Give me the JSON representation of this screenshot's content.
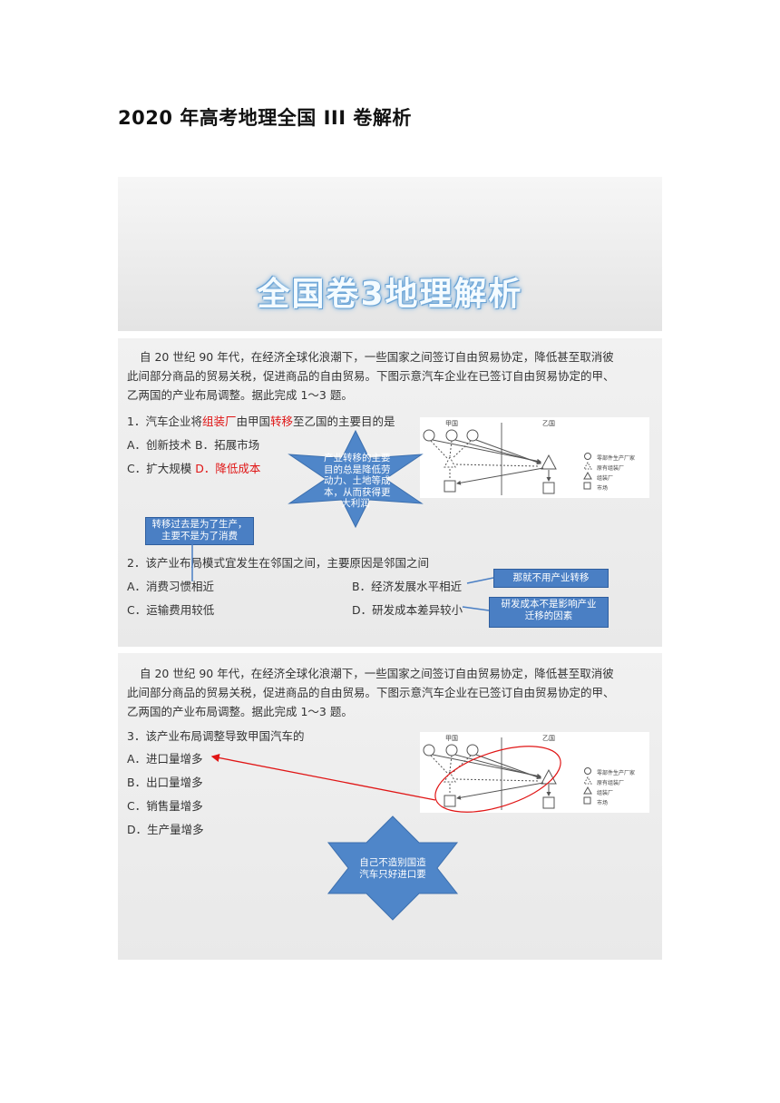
{
  "document": {
    "title": "2020 年高考地理全国  III 卷解析"
  },
  "slide1": {
    "heading": "全国卷3地理解析"
  },
  "slide2": {
    "intro_lines": [
      "自 20 世纪 90 年代，在经济全球化浪潮下，一些国家之间签订自由贸易协定，降低甚至取消彼",
      "此间部分商品的贸易关税，促进商品的自由贸易。下图示意汽车企业在已签订自由贸易协定的甲、",
      "乙两国的产业布局调整。据此完成 1～3 题。"
    ],
    "q1": {
      "prefix": "1．汽车企业将",
      "hl1": "组装厂",
      "mid": "由甲国",
      "hl2": "转移",
      "suffix": "至乙国的主要目的是",
      "optA": "A．创新技术  B．拓展市场",
      "optC_plain": "C．扩大规模 ",
      "optD_red": "D．降低成本"
    },
    "star_note": "产业转移的主要\n目的总是降低劳\n动力、土地等成\n本，从而获得更\n大利润",
    "note_consume": "转移过去是为了生产，\n主要不是为了消费",
    "q2": {
      "stem": "2．该产业布局模式宜发生在邻国之间，主要原因是邻国之间",
      "A": "A．消费习惯相近",
      "B": "B．经济发展水平相近",
      "C": "C．运输费用较低",
      "D": "D．研发成本差异较小"
    },
    "note_b": "那就不用产业转移",
    "note_d": "研发成本不是影响产业\n迁移的因素"
  },
  "diagram": {
    "country_a": "甲国",
    "country_b": "乙国",
    "legend": [
      "零部件生产厂家",
      "原有组装厂",
      "组装厂",
      "市场"
    ]
  },
  "slide3": {
    "intro_lines": [
      "自 20 世纪 90 年代，在经济全球化浪潮下，一些国家之间签订自由贸易协定，降低甚至取消彼",
      "此间部分商品的贸易关税，促进商品的自由贸易。下图示意汽车企业在已签订自由贸易协定的甲、",
      "乙两国的产业布局调整。据此完成 1～3 题。"
    ],
    "q3": {
      "stem": "3．该产业布局调整导致甲国汽车的",
      "A": "A．进口量增多",
      "B": "B．出口量增多",
      "C": "C．销售量增多",
      "D": "D．生产量增多"
    },
    "star_note": "自己不造别国造\n汽车只好进口要"
  },
  "colors": {
    "highlight_red": "#e01515",
    "note_blue": "#4a7fc4",
    "star_blue": "#4f86c9"
  }
}
